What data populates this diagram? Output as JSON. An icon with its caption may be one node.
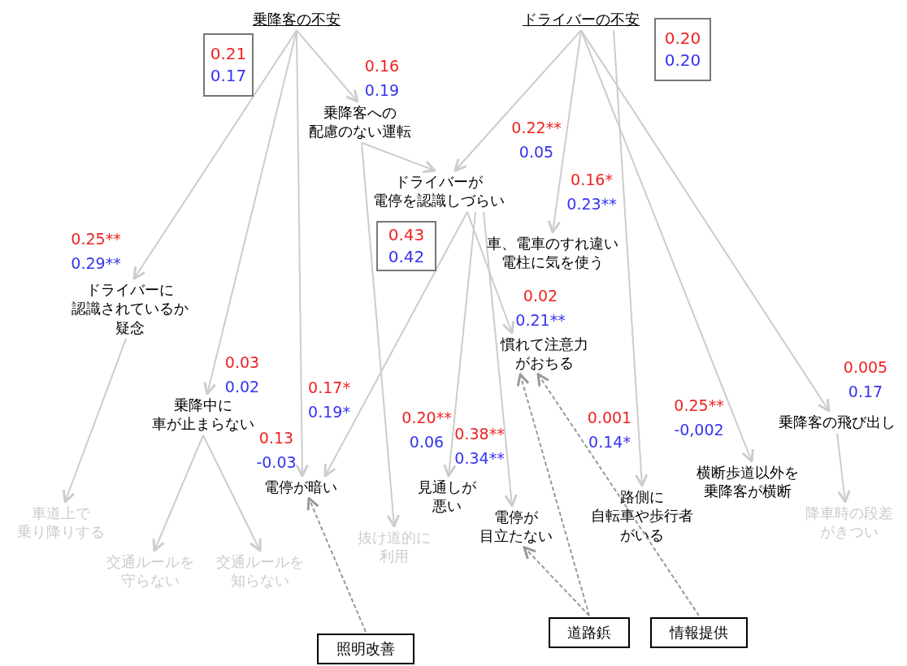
{
  "diagram": {
    "nodes": [
      {
        "text": [
          "乗降客の不安"
        ]
      },
      {
        "text": [
          "0.21",
          "0.17"
        ]
      },
      {
        "text": [
          "ドライバーの不安"
        ]
      },
      {
        "text": [
          "0.20",
          "0.20"
        ]
      },
      {
        "text": [
          "乗降客への配慮のない運転"
        ],
        "beside": [
          "0.16",
          "0.19"
        ]
      },
      {
        "text": [
          "ドライバーが電停を認識しづらい"
        ],
        "beside": [
          "0.22**",
          "0.05"
        ]
      },
      {
        "text": [
          "0.43",
          "0.42"
        ]
      },
      {
        "text": [
          "車、電車のすれ違い電柱に気を使う"
        ],
        "beside": [
          "0.16*",
          "0.23**"
        ]
      },
      {
        "text": [
          "ドライバーに認識されているか疑念"
        ],
        "beside": [
          "0.25**",
          "0.29**"
        ]
      },
      {
        "text": [
          "慣れて注意力がおちる"
        ],
        "beside": [
          "0.02",
          "0.21**"
        ]
      },
      {
        "text": [
          "乗降中に車が止まらない"
        ],
        "beside": [
          "0.03",
          "0.02"
        ]
      },
      {
        "text": [
          "乗降客の飛び出し"
        ],
        "beside": [
          "0.005",
          "0.17"
        ]
      },
      {
        "text": [
          "電停が暗い"
        ],
        "beside": [
          "0.13",
          "-0.03",
          "0.17*",
          "0.19*"
        ]
      },
      {
        "text": [
          "見通しが悪い"
        ],
        "beside": [
          "0.20**",
          "0.06"
        ]
      },
      {
        "text": [
          "電停が目立たない"
        ],
        "beside": [
          "0.38**",
          "0.34**"
        ]
      },
      {
        "text": [
          "路側に自転車や歩行者がいる"
        ],
        "beside": [
          "0.001",
          "0.14*"
        ]
      },
      {
        "text": [
          "横断歩道以外を乗降客が横断"
        ],
        "beside": [
          "0.25**",
          "-0,002"
        ]
      },
      {
        "text": [
          "車道上で乗り降りする"
        ]
      },
      {
        "text": [
          "降車時の段差がきつい"
        ]
      },
      {
        "text": [
          "交通ルールを守らない"
        ]
      },
      {
        "text": [
          "交通ルールを知らない"
        ]
      },
      {
        "text": [
          "抜け道的に利用"
        ]
      },
      {
        "text": [
          "照明改善"
        ]
      },
      {
        "text": [
          "道路鋲"
        ]
      },
      {
        "text": [
          "情報提供"
        ]
      }
    ],
    "edges": [
      {
        "from": 0,
        "to": 4,
        "arrow": "to"
      },
      {
        "from": 0,
        "to": 8,
        "arrow": "to"
      },
      {
        "from": 0,
        "to": 10,
        "arrow": "to"
      },
      {
        "from": 0,
        "to": 12,
        "arrow": "to"
      },
      {
        "from": 2,
        "to": 5,
        "arrow": "to"
      },
      {
        "from": 2,
        "to": 7,
        "arrow": "to"
      },
      {
        "from": 2,
        "to": 15,
        "arrow": "to"
      },
      {
        "from": 2,
        "to": 16,
        "arrow": "to"
      },
      {
        "from": 2,
        "to": 11,
        "arrow": "to"
      },
      {
        "from": 4,
        "to": 5,
        "arrow": "to"
      },
      {
        "from": 4,
        "to": 21,
        "arrow": "to"
      },
      {
        "from": 5,
        "to": 12,
        "arrow": "to"
      },
      {
        "from": 5,
        "to": 13,
        "arrow": "to"
      },
      {
        "from": 5,
        "to": 14,
        "arrow": "to"
      },
      {
        "from": 5,
        "to": 9,
        "arrow": "to"
      },
      {
        "from": 8,
        "to": 17,
        "arrow": "to"
      },
      {
        "from": 10,
        "to": 19,
        "arrow": "to"
      },
      {
        "from": 10,
        "to": 20,
        "arrow": "to"
      },
      {
        "from": 11,
        "to": 18,
        "arrow": "to"
      },
      {
        "from": 22,
        "to": 12,
        "arrow": "to",
        "style": "dashed",
        "color": "#999999"
      },
      {
        "from": 23,
        "to": 14,
        "arrow": "to",
        "style": "dashed",
        "color": "#999999"
      },
      {
        "from": 23,
        "to": 9,
        "arrow": "to",
        "style": "dashed",
        "color": "#999999"
      },
      {
        "from": 24,
        "to": 9,
        "arrow": "to",
        "style": "dashed",
        "color": "#999999"
      }
    ]
  }
}
